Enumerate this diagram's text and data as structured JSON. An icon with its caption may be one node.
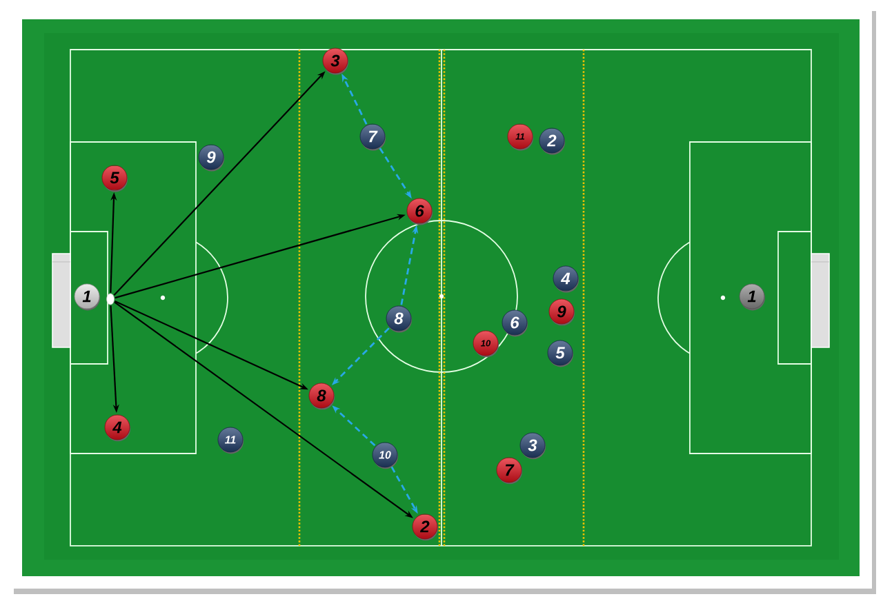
{
  "diagram": {
    "nodes": [
      {
        "text": [
          "3"
        ]
      },
      {
        "text": [
          "7"
        ]
      },
      {
        "text": [
          "11"
        ]
      },
      {
        "text": [
          "2"
        ]
      },
      {
        "text": [
          "9"
        ]
      },
      {
        "text": [
          "5"
        ]
      },
      {
        "text": [
          "6"
        ]
      },
      {
        "text": [
          "4"
        ]
      },
      {
        "text": [
          "1"
        ]
      },
      {
        "text": [],
        "shape": "circle"
      },
      {
        "text": [
          "1"
        ]
      },
      {
        "text": [
          "9"
        ]
      },
      {
        "text": [
          "8"
        ]
      },
      {
        "text": [
          "6"
        ]
      },
      {
        "text": [
          "10"
        ]
      },
      {
        "text": [
          "5"
        ]
      },
      {
        "text": [
          "8"
        ]
      },
      {
        "text": [
          "4"
        ]
      },
      {
        "text": [
          "11"
        ]
      },
      {
        "text": [
          "3"
        ]
      },
      {
        "text": [
          "10"
        ]
      },
      {
        "text": [
          "7"
        ]
      },
      {
        "text": [
          "2"
        ]
      }
    ],
    "edges": [
      {
        "from": 9,
        "to": 5,
        "arrow": "to"
      },
      {
        "from": 9,
        "to": 0,
        "arrow": "to"
      },
      {
        "from": 9,
        "to": 6,
        "arrow": "to"
      },
      {
        "from": 9,
        "to": 16,
        "arrow": "to"
      },
      {
        "from": 9,
        "to": 17,
        "arrow": "to"
      },
      {
        "from": 9,
        "to": 22,
        "arrow": "to"
      },
      {
        "from": 1,
        "to": 0,
        "arrow": "to",
        "style": "dashed",
        "color": "#29a8e6"
      },
      {
        "from": 1,
        "to": 6,
        "arrow": "to",
        "style": "dashed",
        "color": "#29a8e6"
      },
      {
        "from": 12,
        "to": 6,
        "arrow": "to",
        "style": "dashed",
        "color": "#29a8e6"
      },
      {
        "from": 12,
        "to": 16,
        "arrow": "to",
        "style": "dashed",
        "color": "#29a8e6"
      },
      {
        "from": 20,
        "to": 16,
        "arrow": "to",
        "style": "dashed",
        "color": "#29a8e6"
      },
      {
        "from": 20,
        "to": 22,
        "arrow": "to",
        "style": "dashed",
        "color": "#29a8e6"
      }
    ]
  }
}
